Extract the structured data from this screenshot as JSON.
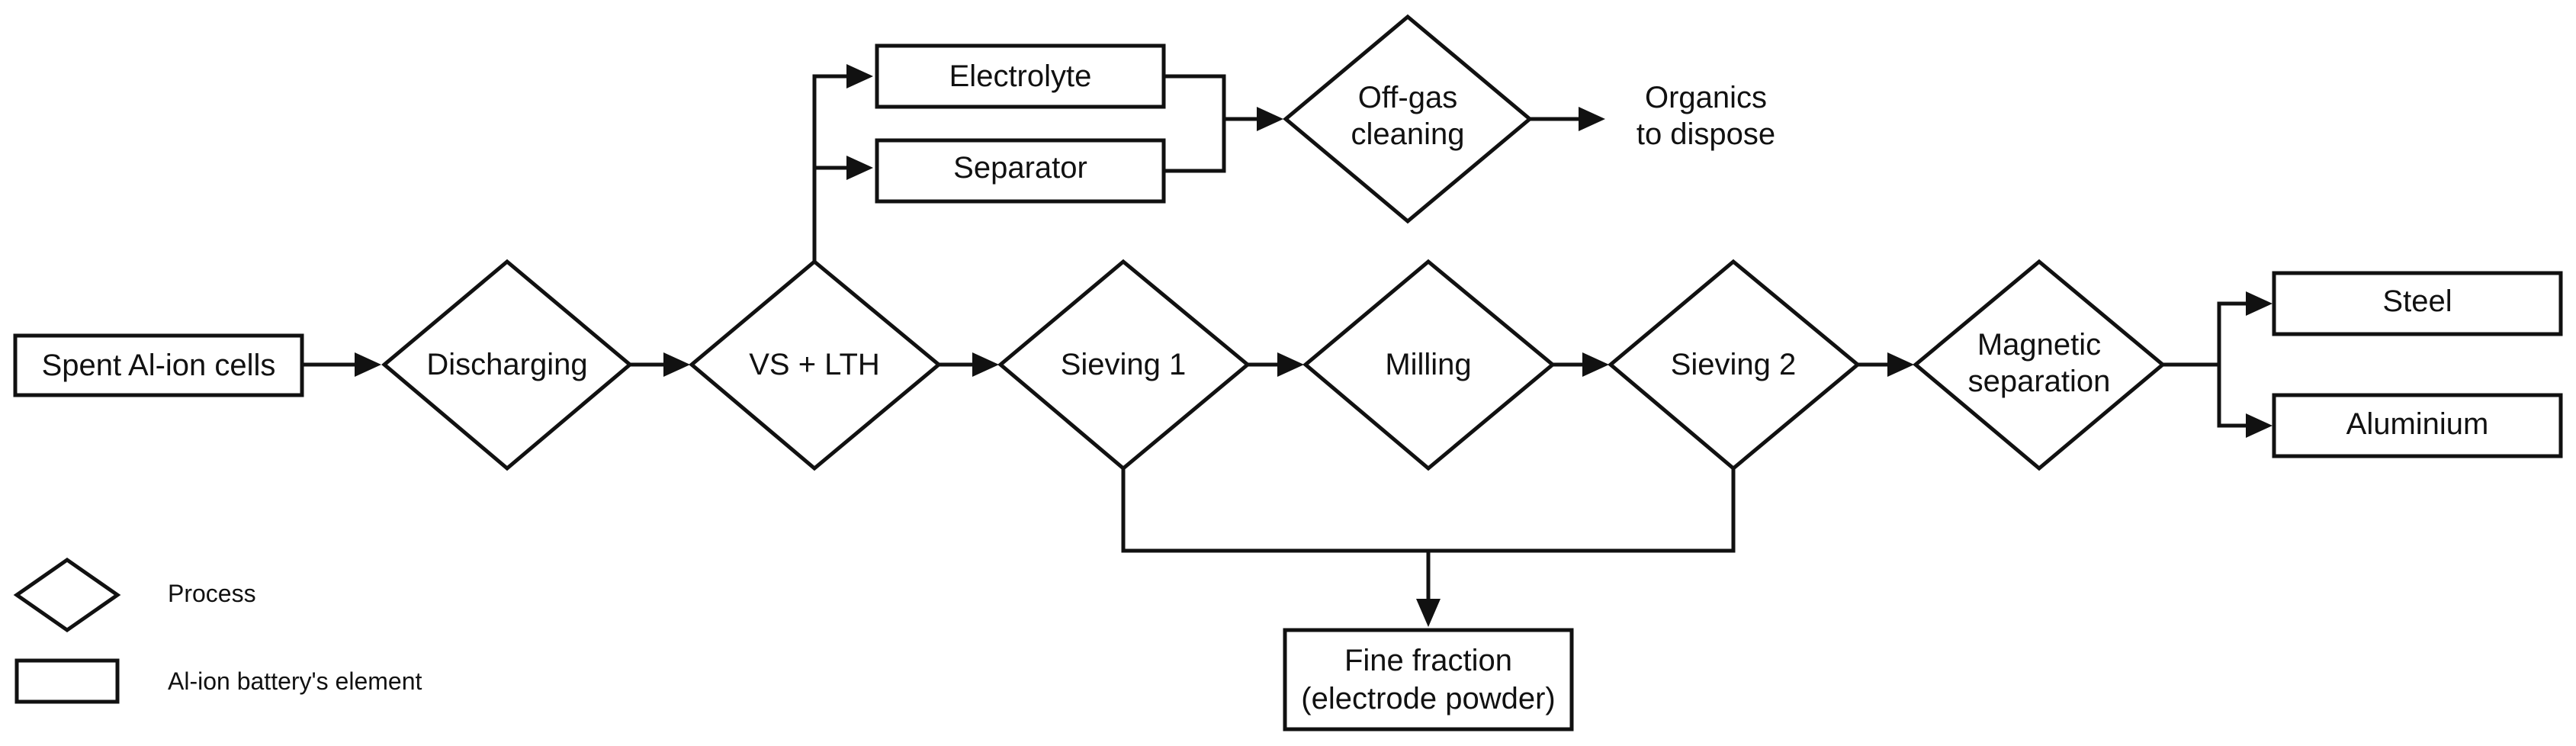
{
  "diagram": {
    "nodes": {
      "spent_cells": {
        "shape": "rect",
        "lines": [
          "Spent Al-ion cells"
        ]
      },
      "discharging": {
        "shape": "diamond",
        "lines": [
          "Discharging"
        ]
      },
      "vs_lth": {
        "shape": "diamond",
        "lines": [
          "VS + LTH"
        ]
      },
      "electrolyte": {
        "shape": "rect",
        "lines": [
          "Electrolyte"
        ]
      },
      "separator": {
        "shape": "rect",
        "lines": [
          "Separator"
        ]
      },
      "offgas": {
        "shape": "diamond",
        "lines": [
          "Off-gas",
          "cleaning"
        ]
      },
      "organics": {
        "shape": "text",
        "lines": [
          "Organics",
          "to dispose"
        ]
      },
      "sieving1": {
        "shape": "diamond",
        "lines": [
          "Sieving 1"
        ]
      },
      "milling": {
        "shape": "diamond",
        "lines": [
          "Milling"
        ]
      },
      "sieving2": {
        "shape": "diamond",
        "lines": [
          "Sieving 2"
        ]
      },
      "magnetic": {
        "shape": "diamond",
        "lines": [
          "Magnetic",
          "separation"
        ]
      },
      "steel": {
        "shape": "rect",
        "lines": [
          "Steel"
        ]
      },
      "aluminium": {
        "shape": "rect",
        "lines": [
          "Aluminium"
        ]
      },
      "fine_fraction": {
        "shape": "rect",
        "lines": [
          "Fine fraction",
          "(electrode powder)"
        ]
      }
    },
    "edges": [
      {
        "from": "spent_cells",
        "to": "discharging"
      },
      {
        "from": "discharging",
        "to": "vs_lth"
      },
      {
        "from": "vs_lth",
        "to": "electrolyte"
      },
      {
        "from": "vs_lth",
        "to": "separator"
      },
      {
        "from": "electrolyte",
        "to": "offgas"
      },
      {
        "from": "separator",
        "to": "offgas"
      },
      {
        "from": "offgas",
        "to": "organics"
      },
      {
        "from": "vs_lth",
        "to": "sieving1"
      },
      {
        "from": "sieving1",
        "to": "milling"
      },
      {
        "from": "milling",
        "to": "sieving2"
      },
      {
        "from": "sieving2",
        "to": "magnetic"
      },
      {
        "from": "magnetic",
        "to": "steel"
      },
      {
        "from": "magnetic",
        "to": "aluminium"
      },
      {
        "from": "sieving1",
        "to": "fine_fraction"
      },
      {
        "from": "sieving2",
        "to": "fine_fraction"
      }
    ],
    "legend": {
      "process": "Process",
      "element": "Al-ion battery's element"
    }
  }
}
